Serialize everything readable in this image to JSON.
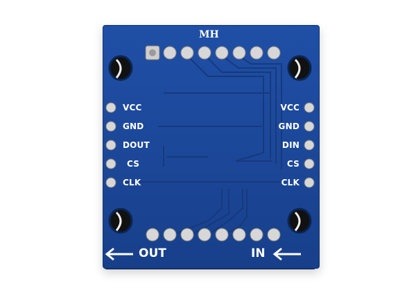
{
  "board": {
    "brand": "MH",
    "left_pins": [
      "VCC",
      "GND",
      "DOUT",
      "CS",
      "CLK"
    ],
    "right_pins": [
      "VCC",
      "GND",
      "DIN",
      "CS",
      "CLK"
    ],
    "out_label": "OUT",
    "in_label": "IN",
    "colors": {
      "pcb": "#1f4fa6",
      "silkscreen": "#ffffff",
      "solder": "#c9c9c9"
    }
  }
}
